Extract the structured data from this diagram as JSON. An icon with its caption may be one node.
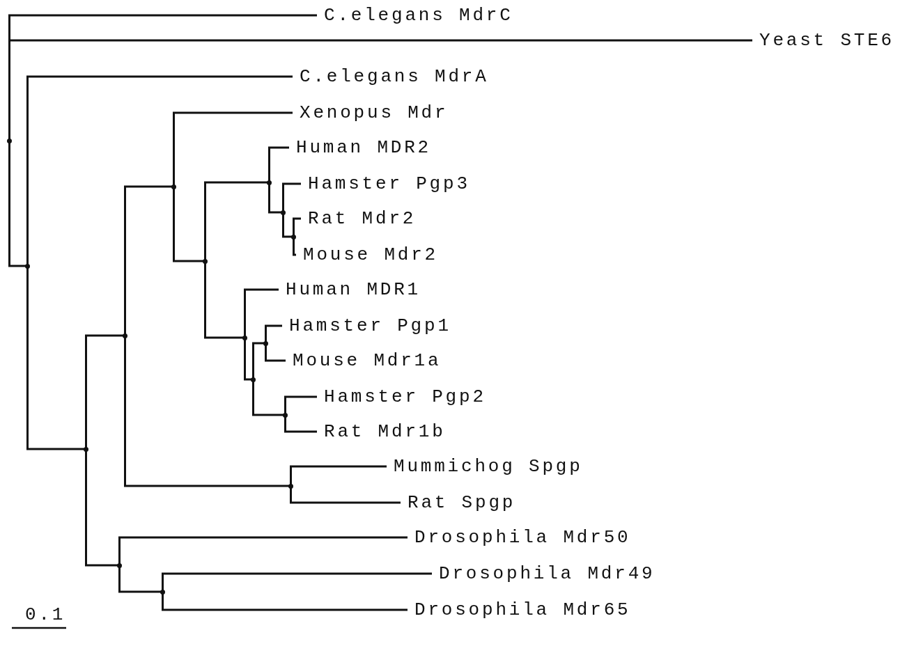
{
  "diagram": {
    "nodes": [
      {
        "text": [
          "C.elegans MdrC"
        ]
      },
      {
        "text": [
          "Yeast STE6"
        ]
      },
      {
        "text": [
          "C.elegans MdrA"
        ]
      },
      {
        "text": [
          "Xenopus Mdr"
        ]
      },
      {
        "text": [
          "Human MDR2"
        ]
      },
      {
        "text": [
          "Hamster Pgp3"
        ]
      },
      {
        "text": [
          "Rat Mdr2"
        ]
      },
      {
        "text": [
          "Mouse Mdr2"
        ]
      },
      {
        "text": [
          "Human MDR1"
        ]
      },
      {
        "text": [
          "Hamster Pgp1"
        ]
      },
      {
        "text": [
          "Mouse Mdr1a"
        ]
      },
      {
        "text": [
          "Hamster Pgp2"
        ]
      },
      {
        "text": [
          "Rat Mdr1b"
        ]
      },
      {
        "text": [
          "Mummichog Spgp"
        ]
      },
      {
        "text": [
          "Rat Spgp"
        ]
      },
      {
        "text": [
          "Drosophila Mdr50"
        ]
      },
      {
        "text": [
          "Drosophila Mdr49"
        ]
      },
      {
        "text": [
          "Drosophila Mdr65"
        ]
      },
      {
        "text": [],
        "shape": "point"
      },
      {
        "text": [],
        "shape": "point"
      },
      {
        "text": [],
        "shape": "point"
      },
      {
        "text": [],
        "shape": "point"
      },
      {
        "text": [],
        "shape": "point"
      },
      {
        "text": [],
        "shape": "point"
      },
      {
        "text": [],
        "shape": "point"
      },
      {
        "text": [],
        "shape": "point"
      },
      {
        "text": [],
        "shape": "point"
      },
      {
        "text": [],
        "shape": "point"
      },
      {
        "text": [],
        "shape": "point"
      },
      {
        "text": [],
        "shape": "point"
      },
      {
        "text": [],
        "shape": "point"
      },
      {
        "text": [],
        "shape": "point"
      },
      {
        "text": [],
        "shape": "point"
      },
      {
        "text": [],
        "shape": "point"
      }
    ],
    "edges": [
      {
        "from": 18,
        "to": 0,
        "arrow": "none"
      },
      {
        "from": 18,
        "to": 1,
        "arrow": "none"
      },
      {
        "from": 18,
        "to": 19,
        "arrow": "none"
      },
      {
        "from": 19,
        "to": 2,
        "arrow": "none"
      },
      {
        "from": 19,
        "to": 20,
        "arrow": "none"
      },
      {
        "from": 20,
        "to": 21,
        "arrow": "none"
      },
      {
        "from": 20,
        "to": 32,
        "arrow": "none"
      },
      {
        "from": 21,
        "to": 22,
        "arrow": "none"
      },
      {
        "from": 21,
        "to": 31,
        "arrow": "none"
      },
      {
        "from": 22,
        "to": 3,
        "arrow": "none"
      },
      {
        "from": 22,
        "to": 23,
        "arrow": "none"
      },
      {
        "from": 23,
        "to": 24,
        "arrow": "none"
      },
      {
        "from": 23,
        "to": 27,
        "arrow": "none"
      },
      {
        "from": 24,
        "to": 4,
        "arrow": "none"
      },
      {
        "from": 24,
        "to": 25,
        "arrow": "none"
      },
      {
        "from": 25,
        "to": 5,
        "arrow": "none"
      },
      {
        "from": 25,
        "to": 26,
        "arrow": "none"
      },
      {
        "from": 26,
        "to": 6,
        "arrow": "none"
      },
      {
        "from": 26,
        "to": 7,
        "arrow": "none"
      },
      {
        "from": 27,
        "to": 8,
        "arrow": "none"
      },
      {
        "from": 27,
        "to": 28,
        "arrow": "none"
      },
      {
        "from": 28,
        "to": 29,
        "arrow": "none"
      },
      {
        "from": 28,
        "to": 30,
        "arrow": "none"
      },
      {
        "from": 29,
        "to": 9,
        "arrow": "none"
      },
      {
        "from": 29,
        "to": 10,
        "arrow": "none"
      },
      {
        "from": 30,
        "to": 11,
        "arrow": "none"
      },
      {
        "from": 30,
        "to": 12,
        "arrow": "none"
      },
      {
        "from": 31,
        "to": 13,
        "arrow": "none"
      },
      {
        "from": 31,
        "to": 14,
        "arrow": "none"
      },
      {
        "from": 32,
        "to": 15,
        "arrow": "none"
      },
      {
        "from": 32,
        "to": 33,
        "arrow": "none"
      },
      {
        "from": 33,
        "to": 16,
        "arrow": "none"
      },
      {
        "from": 33,
        "to": 17,
        "arrow": "none"
      }
    ],
    "labels": [
      "0.1"
    ]
  }
}
